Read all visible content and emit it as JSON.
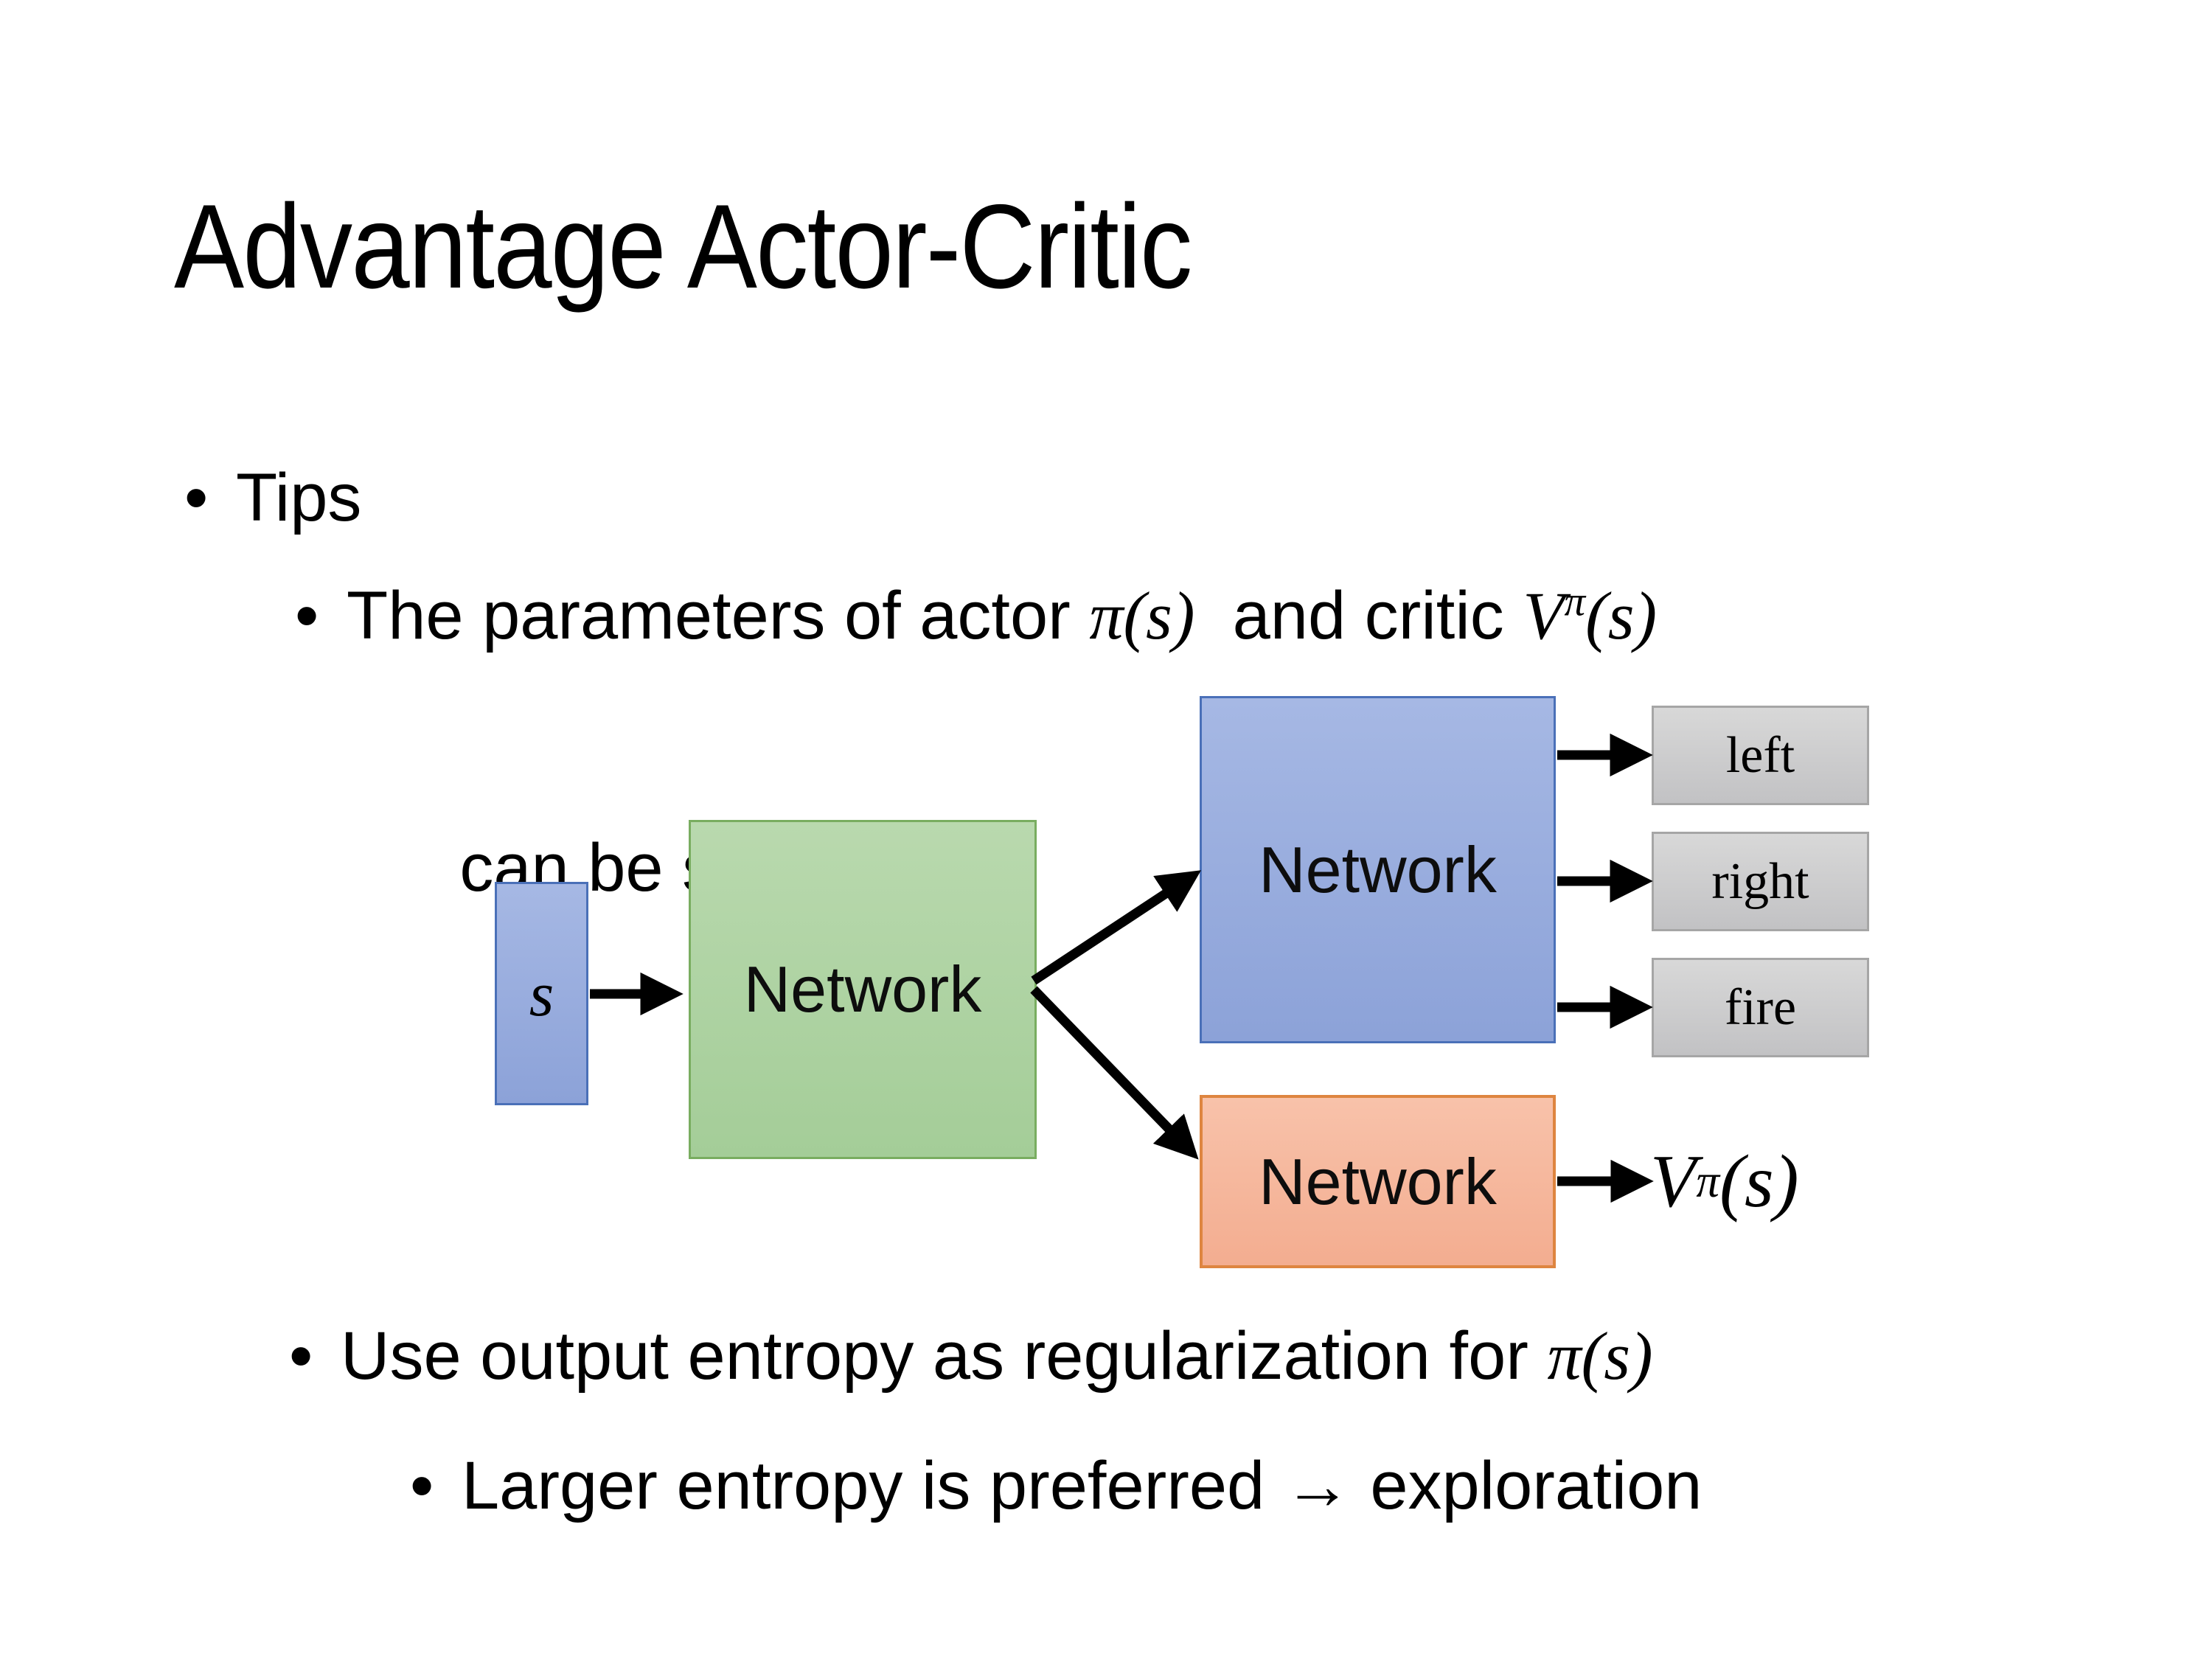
{
  "title": "Advantage Actor-Critic",
  "bullet_char": "•",
  "bullets": {
    "tips": "Tips",
    "shared": {
      "pre": "The parameters of actor ",
      "actor_math": "π(s)",
      "mid": "  and critic ",
      "critic_base": "V",
      "critic_sup": "π",
      "critic_args": "(s)",
      "line2": "can be shared"
    },
    "entropy": {
      "pre": "Use output entropy as regularization for ",
      "math": "π(s)"
    },
    "exploration": "Larger entropy is preferred → exploration"
  },
  "diagram": {
    "state": "s",
    "shared_network": "Network",
    "actor_network": "Network",
    "critic_network": "Network",
    "actions": [
      "left",
      "right",
      "fire"
    ],
    "value": {
      "base": "V",
      "sup": "π",
      "args": "(s)"
    }
  },
  "colors": {
    "background": "#FFFFFF",
    "text": "#000000",
    "state_fill": "#9FB3E0",
    "state_border": "#4A70B8",
    "shared_fill": "#AED1A4",
    "shared_border": "#79AD60",
    "actor_fill": "#99ACDB",
    "actor_border": "#4A70B8",
    "critic_fill": "#F5B59A",
    "critic_border": "#DE8540",
    "action_fill": "#CDCDCF",
    "action_border": "#A6A6A6",
    "arrow": "#000000"
  }
}
